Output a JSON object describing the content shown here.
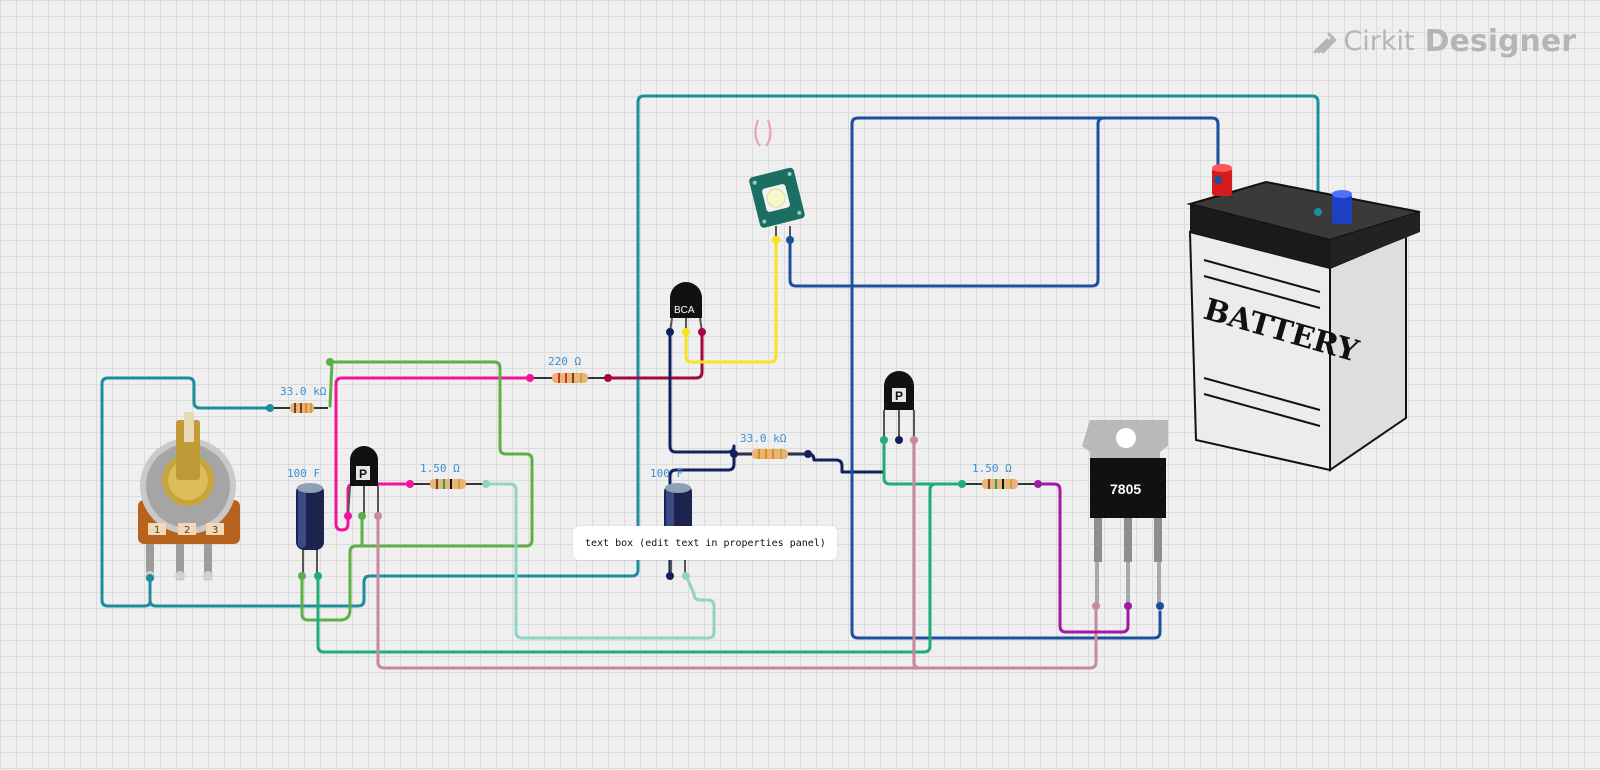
{
  "app": {
    "brand_word1": "Cirkit",
    "brand_word2": "Designer"
  },
  "textbox": {
    "text": "text box (edit text in properties panel)"
  },
  "labels": {
    "r_33k_left": "33.0 kΩ",
    "r_220": "220 Ω",
    "r_150_left": "1.50 Ω",
    "r_33k_mid": "33.0 kΩ",
    "r_150_right": "1.50 Ω",
    "cap_left": "100 F",
    "cap_mid": "100 F"
  },
  "components": {
    "transistor_bca": "BCA",
    "transistor_p1": "P",
    "transistor_p2": "P",
    "regulator": "7805",
    "battery": "BATTERY",
    "pot_pins": [
      "1",
      "2",
      "3"
    ]
  },
  "colors": {
    "teal": "#1f8d9e",
    "pink": "#f0149c",
    "green": "#5daf4a",
    "crimson": "#a5073e",
    "navy": "#13205e",
    "yellow": "#f7e21b",
    "blue": "#1b4fa0",
    "mint": "#8fd4c6",
    "emerald": "#1fae7a",
    "mauve": "#c88a9a",
    "purple": "#a21aa6"
  }
}
